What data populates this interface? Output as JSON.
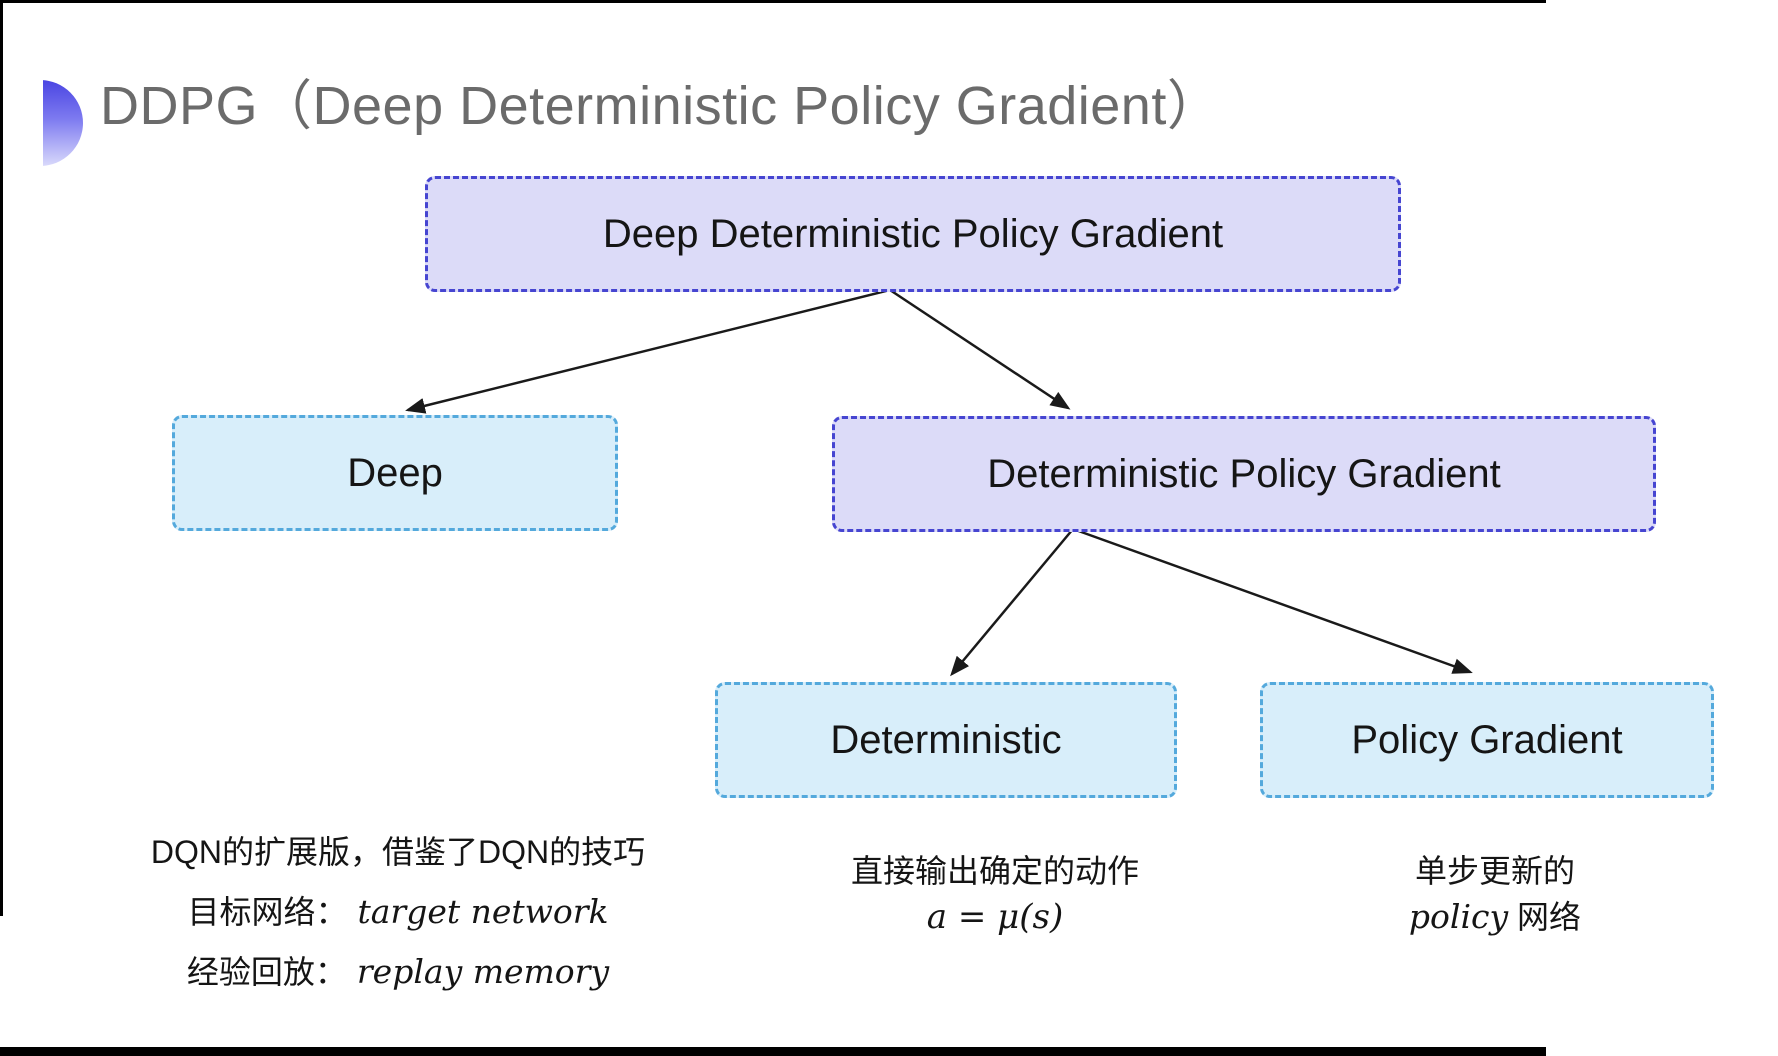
{
  "title": "DDPG（Deep Deterministic Policy Gradient）",
  "tree": {
    "root": "Deep Deterministic Policy Gradient",
    "deep": "Deep",
    "dpg": "Deterministic Policy Gradient",
    "deterministic": "Deterministic",
    "policy_gradient": "Policy Gradient"
  },
  "notes": {
    "deep_line1": "DQN的扩展版，借鉴了DQN的技巧",
    "deep_line2_label": "目标网络：",
    "deep_line2_term": "target network",
    "deep_line3_label": "经验回放：",
    "deep_line3_term": "replay memory",
    "det_line1": "直接输出确定的动作",
    "det_formula": "a = μ(s)",
    "pg_line1": "单步更新的",
    "pg_line2_term": "policy",
    "pg_line2_rest": " 网络"
  },
  "colors": {
    "purple_fill": "#dcdbf8",
    "purple_border": "#4645d1",
    "blue_fill": "#d8eefa",
    "blue_border": "#54a9dc",
    "title_gray": "#6b6b6b",
    "arrow_black": "#1a1a1a"
  }
}
